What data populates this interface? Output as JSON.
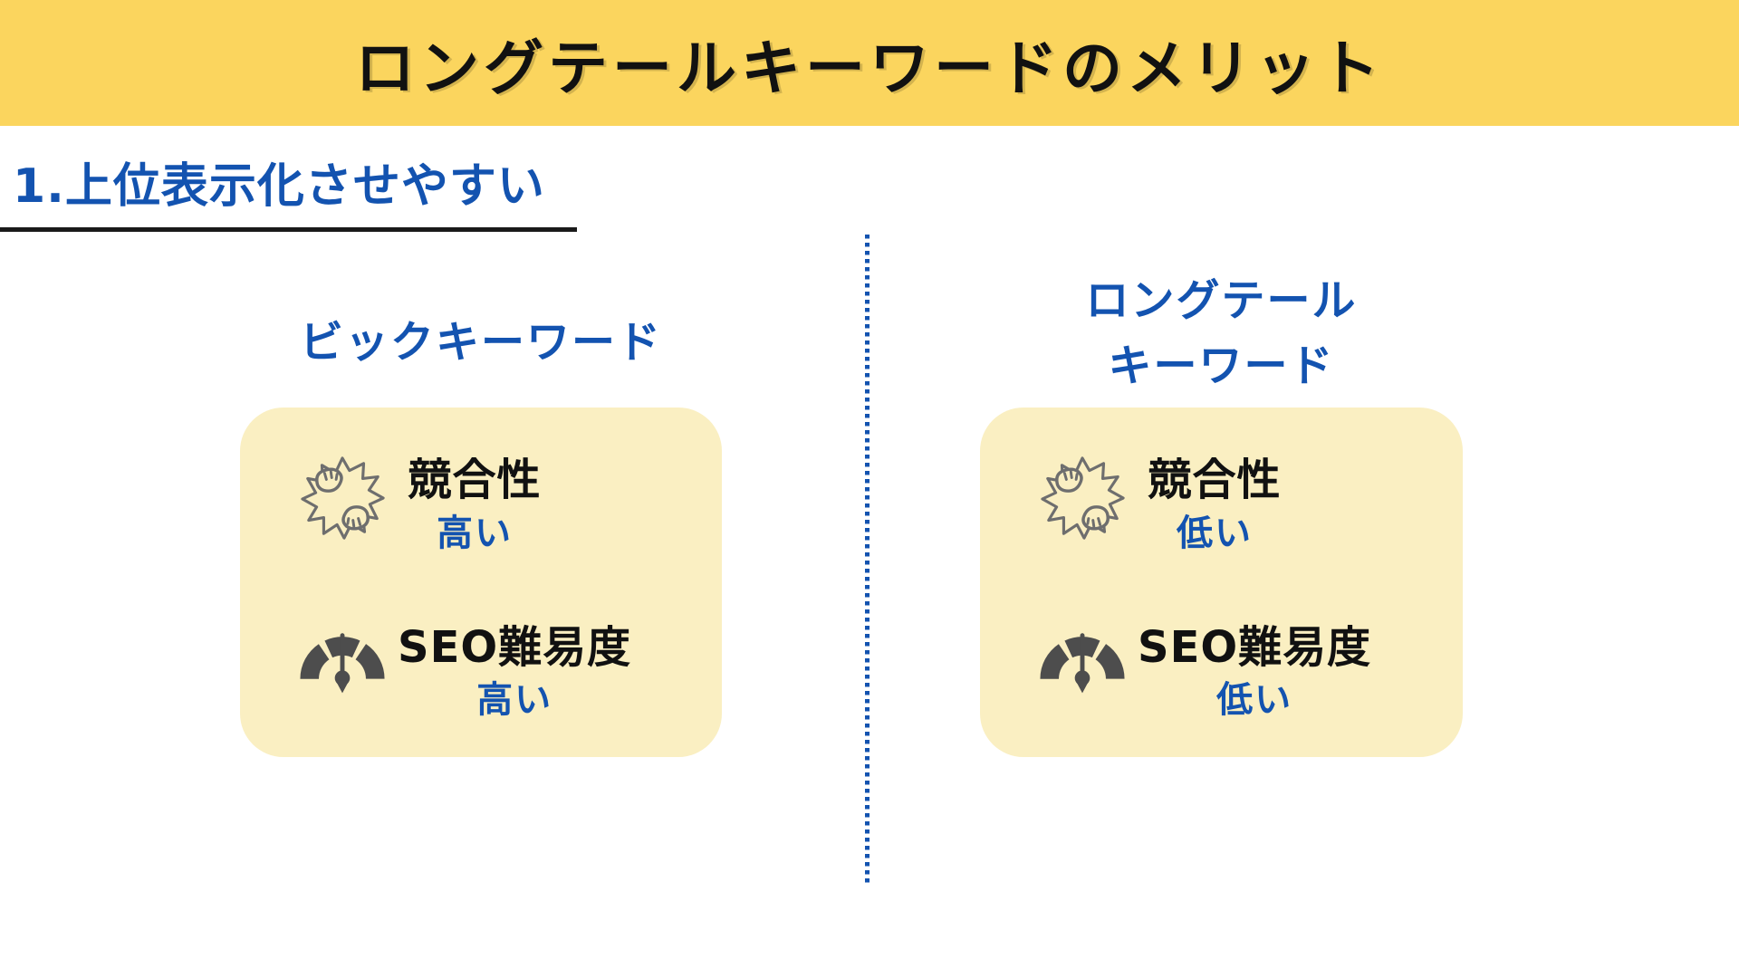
{
  "banner": {
    "title": "ロングテールキーワードのメリット"
  },
  "section": {
    "heading": "1.上位表示化させやすい"
  },
  "columns": [
    {
      "id": "big-keyword",
      "heading_lines": [
        "ビックキーワード"
      ],
      "card": {
        "items": [
          {
            "icon": "fist-bump-icon",
            "label": "競合性",
            "value": "高い"
          },
          {
            "icon": "gauge-icon",
            "label": "SEO難易度",
            "value": "高い"
          }
        ]
      }
    },
    {
      "id": "longtail-keyword",
      "heading_lines": [
        "ロングテール",
        "キーワード"
      ],
      "card": {
        "items": [
          {
            "icon": "fist-bump-icon",
            "label": "競合性",
            "value": "低い"
          },
          {
            "icon": "gauge-icon",
            "label": "SEO難易度",
            "value": "低い"
          }
        ]
      }
    }
  ],
  "colors": {
    "banner-yellow": "#FBD55E",
    "card-yellow": "#FAEFC2",
    "accent-blue": "#1353B0",
    "title-black": "#111111",
    "underline-black": "#1A1A1A",
    "icon-gray": "#6E6E6E",
    "gauge-gray": "#4D4D4D"
  }
}
